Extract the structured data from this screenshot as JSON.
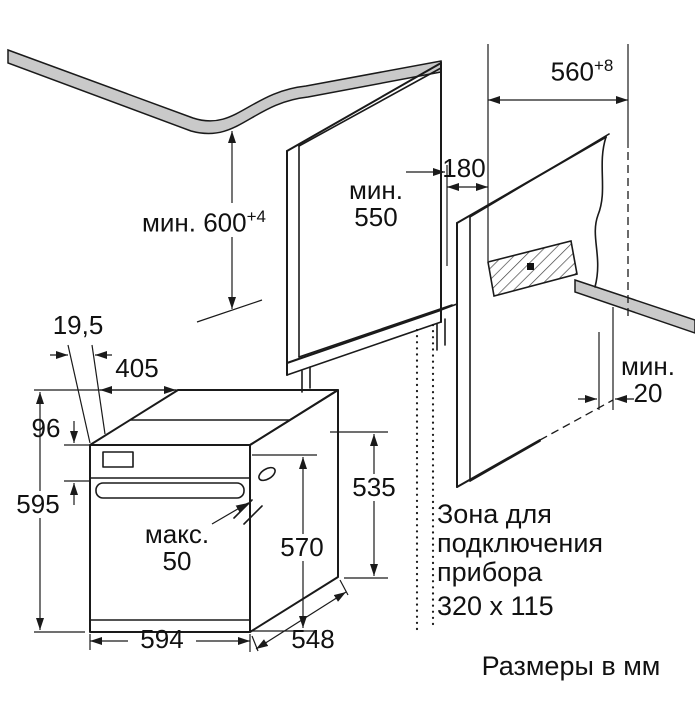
{
  "diagram": {
    "niche": {
      "width_value": "560",
      "width_tol": "+8",
      "height_label": "мин. 600",
      "height_tol": "+4",
      "depth_line1": "мин.",
      "depth_line2": "550",
      "zone_offset": "180",
      "rear_gap_line1": "мин.",
      "rear_gap_line2": "20"
    },
    "oven": {
      "front_lip": "19,5",
      "top_recess_depth": "405",
      "control_panel_height": "96",
      "height": "595",
      "door_clearance_line1": "макс.",
      "door_clearance_line2": "50",
      "width": "594",
      "depth": "548",
      "body_height": "570",
      "rear_body_height": "535"
    },
    "notes": {
      "zone_line1": "Зона для",
      "zone_line2": "подключения",
      "zone_line3": "прибора",
      "zone_line4": "320 x 115",
      "units": "Размеры в мм"
    }
  }
}
